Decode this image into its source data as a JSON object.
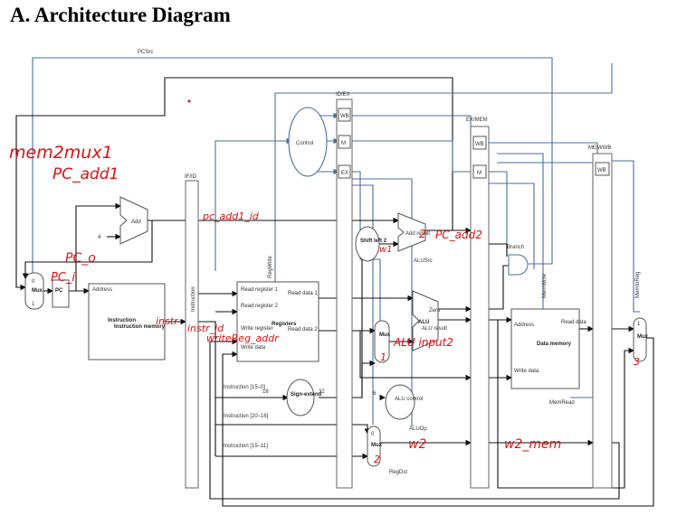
{
  "heading": "A.   Architecture Diagram",
  "printed_labels": {
    "pcsrc": "PCSrc",
    "id_ex": "ID/EX",
    "ex_mem": "EX/MEM",
    "mem_wb": "MEM/WB",
    "if_id": "IF/ID",
    "wb": "WB",
    "m": "M",
    "ex": "EX",
    "control": "Control",
    "add": "Add",
    "add_result": "Add result",
    "four": "4",
    "shift_left_2": "Shift left 2",
    "alusrc": "ALUSrc",
    "branch": "Branch",
    "zero": "Zero",
    "alu": "ALU",
    "alu_result": "ALU result",
    "pc": "PC",
    "address": "Address",
    "instruction_memory": "Instruction memory",
    "instruction": "Instruction",
    "read_register_1": "Read register 1",
    "read_register_2": "Read register 2",
    "write_register": "Write register",
    "write_data": "Write data",
    "registers": "Registers",
    "read_data_1": "Read data 1",
    "read_data_2": "Read data 2",
    "regwrite": "RegWrite",
    "instr_15_0": "Instruction [15–0]",
    "sixteen": "16",
    "thirty_two": "32",
    "sign_extend": "Sign-extend",
    "six": "6",
    "alu_control": "ALU control",
    "instr_20_16": "Instruction [20–16]",
    "instr_15_11": "Instruction [15–11]",
    "aluop": "ALUOp",
    "regdst": "RegDst",
    "data_address": "Address",
    "read_data": "Read data",
    "data_memory": "Data memory",
    "data_write_data": "Write data",
    "memwrite": "MemWrite",
    "memread": "MemRead",
    "memtoreg": "MemtoReg",
    "mux": "Mux",
    "mux_0": "0",
    "mux_1": "1"
  },
  "annotations": {
    "mem2mux1": "mem2mux1",
    "pc_add1": "PC_add1",
    "pc_o": "PC_o",
    "pc_i": "PC_i",
    "pc_add1_id": "pc_add1_id",
    "instr": "instr",
    "instr_id": "instr_id",
    "writereg_addr": "writeReg_addr",
    "two": "2",
    "pc_add2": "PC_add2",
    "w1": "w1",
    "alu_input2": "ALU input2",
    "one": "1",
    "w2": "w2",
    "w2_mem": "w2_mem",
    "mux_select_2": "2",
    "three": "3"
  },
  "colors": {
    "wire_black": "#111111",
    "wire_blue": "#4a6fa0",
    "handwriting_red": "#e01010"
  }
}
